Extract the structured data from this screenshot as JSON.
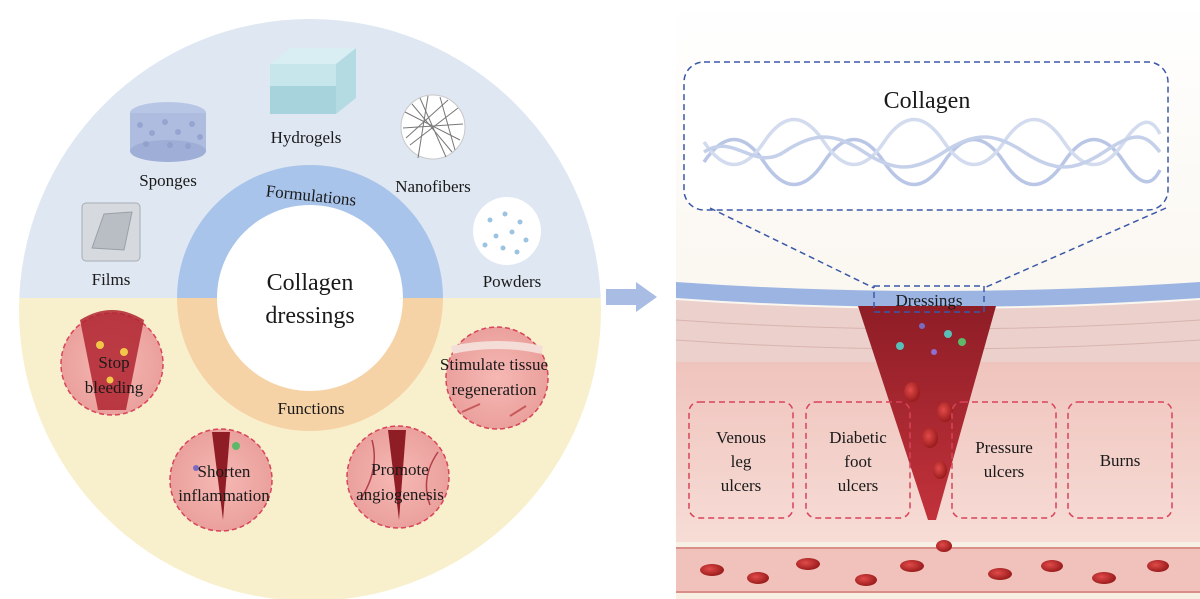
{
  "center": {
    "line1": "Collagen",
    "line2": "dressings"
  },
  "ring": {
    "top": "Formulations",
    "bottom": "Functions"
  },
  "formulations": {
    "films": "Films",
    "sponges": "Sponges",
    "hydrogels": "Hydrogels",
    "nanofibers": "Nanofibers",
    "powders": "Powders"
  },
  "functions": {
    "stop_bleeding": {
      "line1": "Stop",
      "line2": "bleeding"
    },
    "shorten_inflammation": {
      "line1": "Shorten",
      "line2": "inflammation"
    },
    "promote_angiogenesis": {
      "line1": "Promote",
      "line2": "angiogenesis"
    },
    "stimulate_tissue": {
      "line1": "Stimulate tissue",
      "line2": "regeneration"
    }
  },
  "right": {
    "collagen_title": "Collagen",
    "dressings_label": "Dressings",
    "wounds": {
      "venous": {
        "line1": "Venous",
        "line2": "leg",
        "line3": "ulcers"
      },
      "diabetic": {
        "line1": "Diabetic",
        "line2": "foot",
        "line3": "ulcers"
      },
      "pressure": {
        "line1": "Pressure",
        "line2": "ulcers"
      },
      "burns": {
        "line1": "Burns"
      }
    }
  },
  "colors": {
    "upper_bg": "#dfe7f2",
    "lower_bg": "#f8f0cc",
    "ring_blue": "#a9c4ea",
    "ring_orange": "#f6d3a6",
    "skin": "#f3c9c2",
    "blood": "#b3262f",
    "dash_blue": "#3b58a8",
    "dash_red": "#d8445a"
  }
}
